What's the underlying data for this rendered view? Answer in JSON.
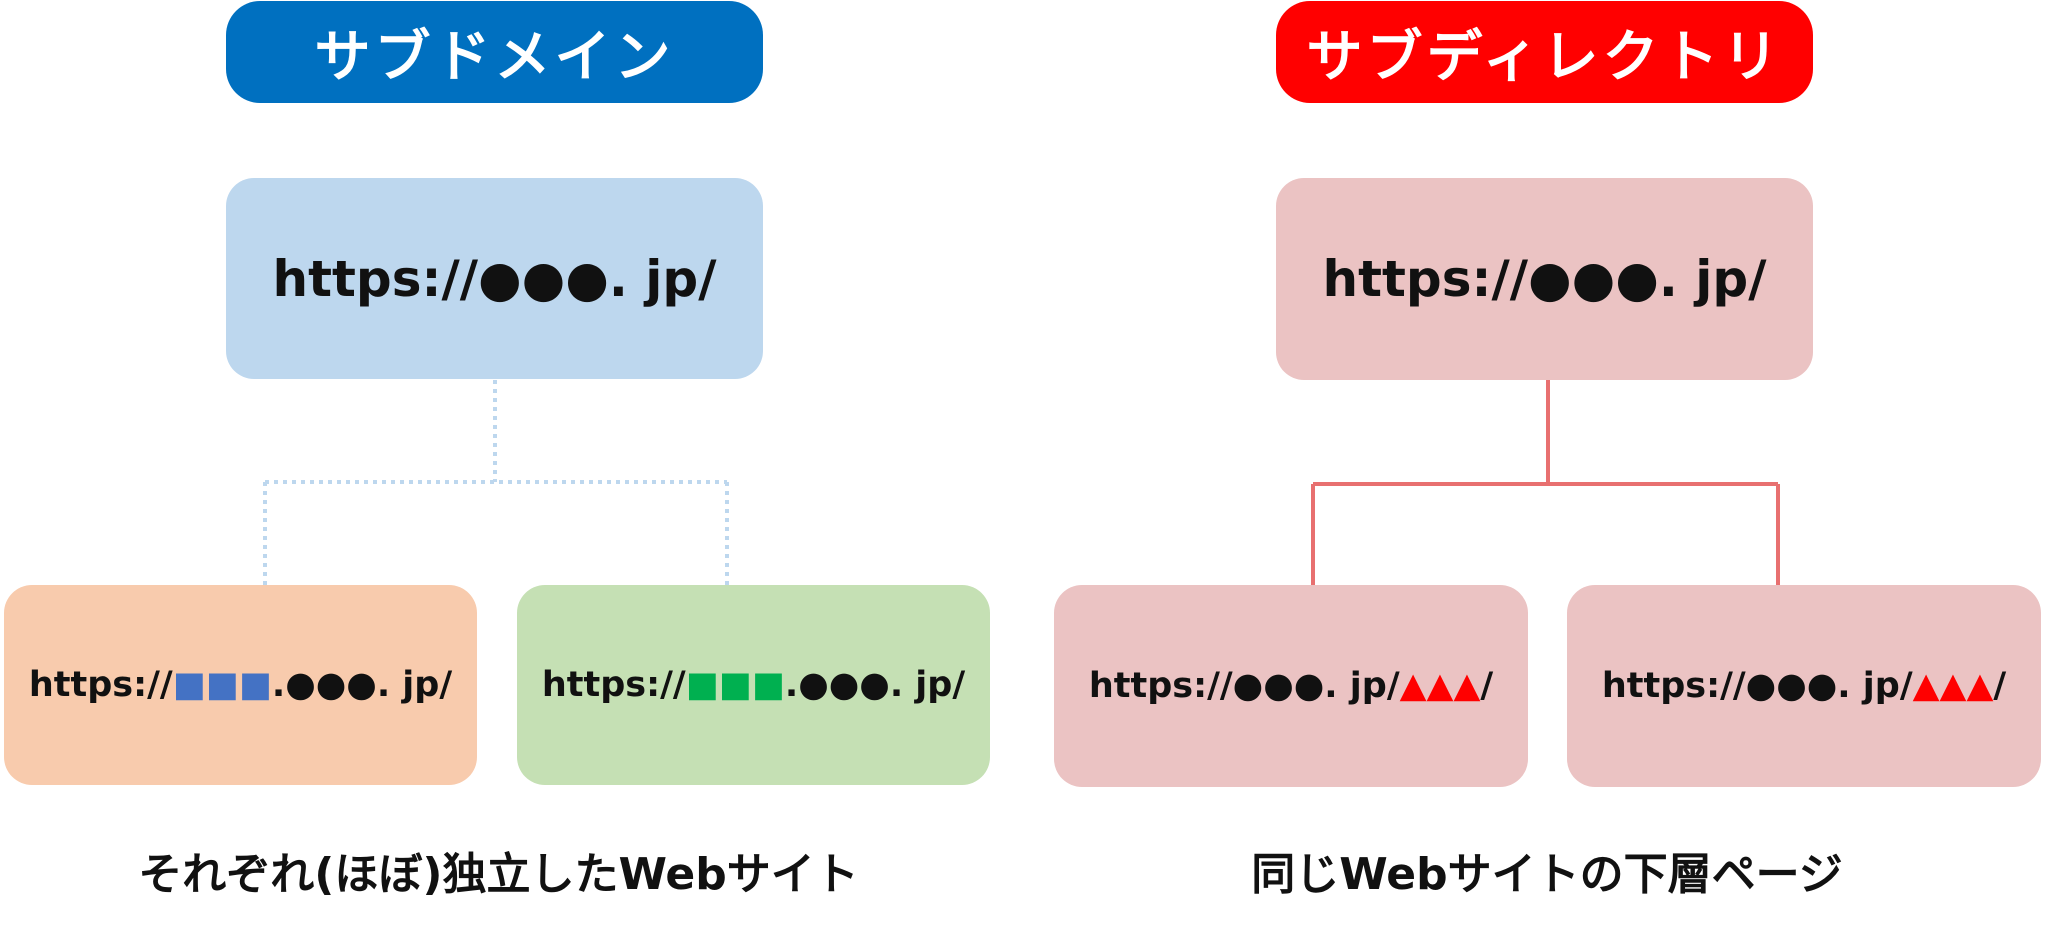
{
  "subdomain": {
    "header": "サブドメイン",
    "header_color": "#0070c0",
    "root_url": "https://●●●. jp/",
    "children": [
      {
        "prefix": "https://",
        "marker": "■■■",
        "suffix": ".●●●. jp/",
        "marker_color": "#4472c4"
      },
      {
        "prefix": "https://",
        "marker": "■■■",
        "suffix": ".●●●. jp/",
        "marker_color": "#00b050"
      }
    ],
    "caption": "それぞれ(ほぼ)独立したWebサイト"
  },
  "subdirectory": {
    "header": "サブディレクトリ",
    "header_color": "#ff0000",
    "root_url": "https://●●●. jp/",
    "children": [
      {
        "prefix": "https://●●●. jp/",
        "marker": "▲▲▲",
        "suffix": "/",
        "marker_color": "#ff0000"
      },
      {
        "prefix": "https://●●●. jp/",
        "marker": "▲▲▲",
        "suffix": "/",
        "marker_color": "#ff0000"
      }
    ],
    "caption": "同じWebサイトの下層ページ"
  }
}
